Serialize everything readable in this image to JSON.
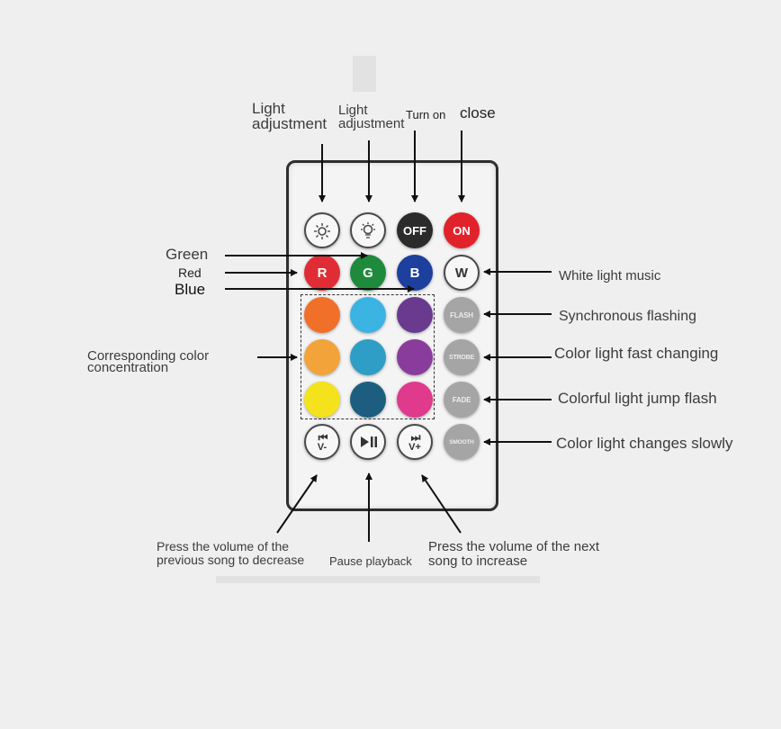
{
  "labels": {
    "light_adjustment_1": "Light adjustment",
    "light_adjustment_2": "Light adjustment",
    "turn_on": "Turn on",
    "close": "close",
    "green": "Green",
    "red": "Red",
    "blue": "Blue",
    "corresponding_color": "Corresponding color concentration",
    "white_light_music": "White light music",
    "synchronous_flashing": "Synchronous flashing",
    "color_fast_changing": "Color light fast changing",
    "jump_flash": "Colorful light jump flash",
    "changes_slowly": "Color light changes slowly",
    "prev_song": "Press the volume of the previous song to decrease",
    "pause_playback": "Pause playback",
    "next_song": "Press the volume of the next song to increase"
  },
  "remote": {
    "buttons": {
      "off": "OFF",
      "on": "ON",
      "r": "R",
      "g": "G",
      "b": "B",
      "w": "W",
      "flash": "FLASH",
      "strobe": "STROBE",
      "fade": "FADE",
      "smooth": "SMOOTH",
      "prev_volume": "V-",
      "next_volume": "V+"
    },
    "icons": {
      "brightness_up": "sun-icon",
      "brightness_down": "sun-dim-icon",
      "prev": "skip-back-icon",
      "play_pause": "play-pause-icon",
      "next": "skip-forward-icon"
    },
    "colors": {
      "red": "#e02d35",
      "green": "#1f8a3c",
      "blue": "#1d3f9e",
      "grid": [
        [
          "#f0702a",
          "#3bb3e3",
          "#6a3a8e"
        ],
        [
          "#f2a43a",
          "#2e9ec6",
          "#8a3c9c"
        ],
        [
          "#f4e21c",
          "#1d5e80",
          "#e03a8c"
        ]
      ]
    }
  }
}
